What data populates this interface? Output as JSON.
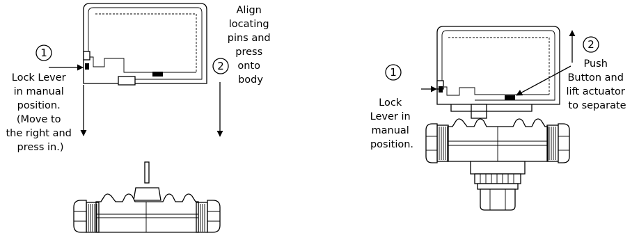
{
  "left_panel": {
    "step1": {
      "number": "1",
      "lines": [
        "Lock Lever",
        "in manual",
        "position.",
        "(Move to",
        "the right and",
        "press in.)"
      ]
    },
    "step2": {
      "number": "2",
      "lines": [
        "Align",
        "locating",
        "pins and",
        "press",
        "onto",
        "body"
      ]
    }
  },
  "right_panel": {
    "step1": {
      "number": "1",
      "lines": [
        "Lock",
        "Lever in",
        "manual",
        "position."
      ]
    },
    "step2": {
      "number": "2",
      "lines": [
        "Push",
        "Button and",
        "lift actuator",
        "to separate"
      ]
    }
  }
}
